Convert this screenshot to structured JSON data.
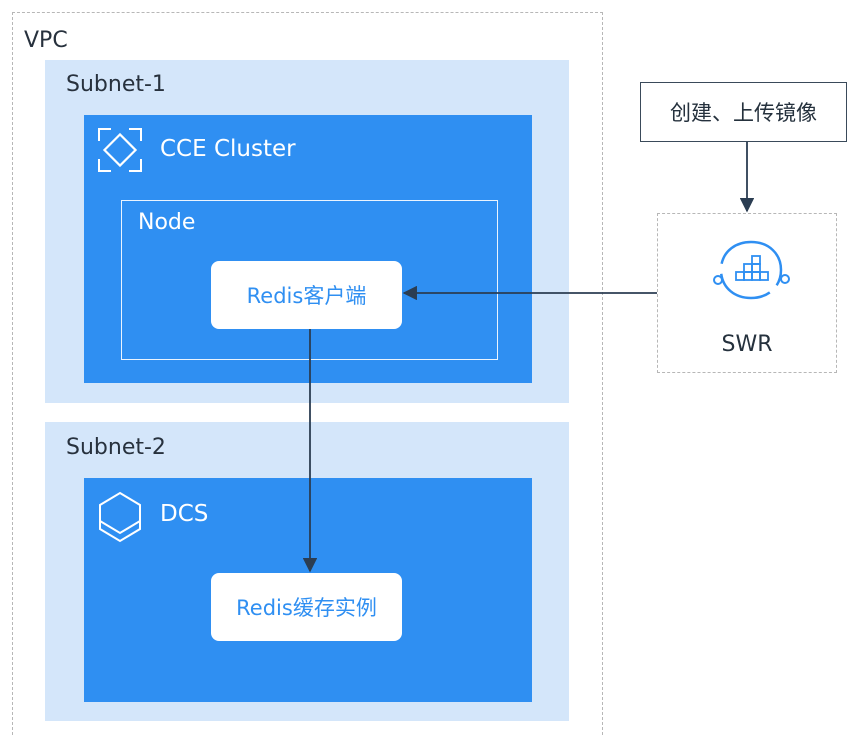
{
  "vpc": {
    "label": "VPC"
  },
  "subnet1": {
    "label": "Subnet-1",
    "cluster": {
      "label": "CCE Cluster",
      "icon": "cce-cluster-icon",
      "node": {
        "label": "Node",
        "client_label": "Redis客户端"
      }
    }
  },
  "subnet2": {
    "label": "Subnet-2",
    "dcs": {
      "label": "DCS",
      "icon": "dcs-icon",
      "instance_label": "Redis缓存实例"
    }
  },
  "swr": {
    "label": "SWR",
    "icon": "swr-icon",
    "upload_label": "创建、上传镜像"
  },
  "colors": {
    "subnet_bg": "#d4e6fa",
    "panel_blue": "#2f8ff2",
    "card_text": "#2f8ff2",
    "line": "#2b3d52",
    "dash": "#b7b7b7"
  }
}
